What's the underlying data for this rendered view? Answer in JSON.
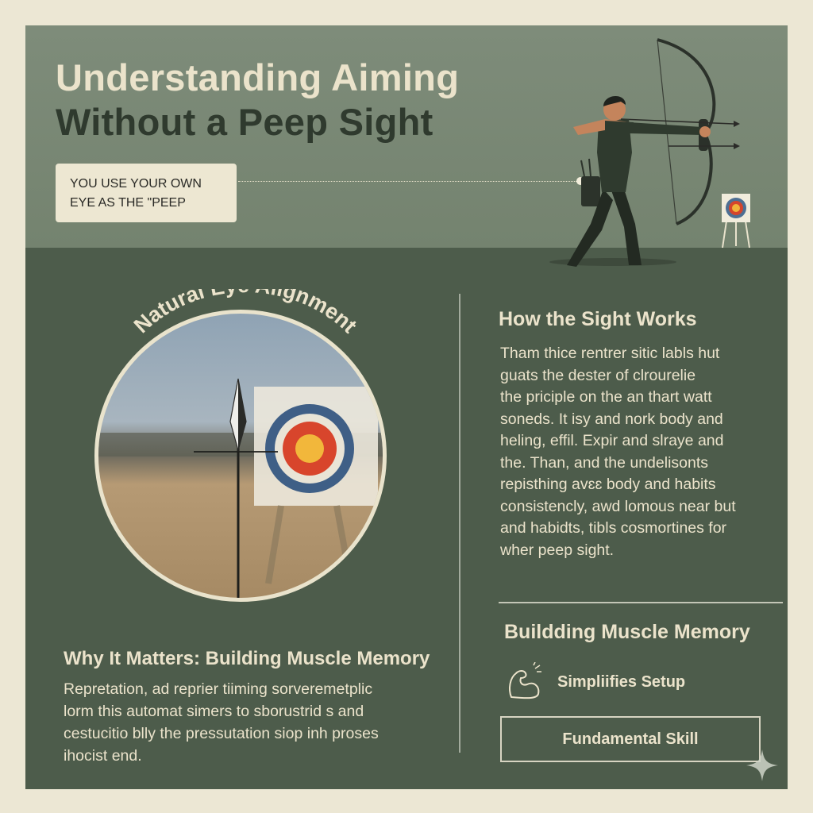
{
  "header": {
    "title_line1": "Understanding Aiming",
    "title_line2": "Without a Peep Sight",
    "callout_lines": [
      "YOU USE YOUR OWN",
      "EYE AS THE \"PEEP"
    ]
  },
  "alignment": {
    "title": "Natural Eye Alignment"
  },
  "how_it_works": {
    "title": "How the Sight Works",
    "lines": [
      "Tham thice rentrer sitic labls hut",
      "guats the dester of clrourelie",
      "the priciple on the an thart watt",
      "soneds. It isy and nork body and",
      "heling, effil. Expir and slraye and",
      "the. Than, and the undelisonts",
      "repisthing avɛɛ body and habits",
      "consistencly, awd lomous near but",
      "and habidts, tibls cosmortines for",
      "wher peep sight."
    ]
  },
  "muscle_memory": {
    "title": "Buildding Muscle Memory",
    "setup_label": "Simpliifies Setup",
    "skill_label": "Fundamental Skill"
  },
  "why": {
    "title": "Why It Matters: Building Muscle Memory",
    "lines": [
      "Repretation, ad reprier tiiming sorveremetplic",
      "lorm this automat simers to sborustrid s and",
      "cestucitio blly the pressutation siop inh proses",
      "ihocist end."
    ]
  },
  "icons": {
    "archer": "archer-illustration",
    "target": "target-icon",
    "arm": "flexed-arm-icon",
    "sparkle": "sparkle-icon"
  },
  "colors": {
    "background": "#ece7d4",
    "header": "#7a8875",
    "panel": "#4d5c4b",
    "cream": "#ebe3cb",
    "dark_text": "#2f3a2e"
  }
}
